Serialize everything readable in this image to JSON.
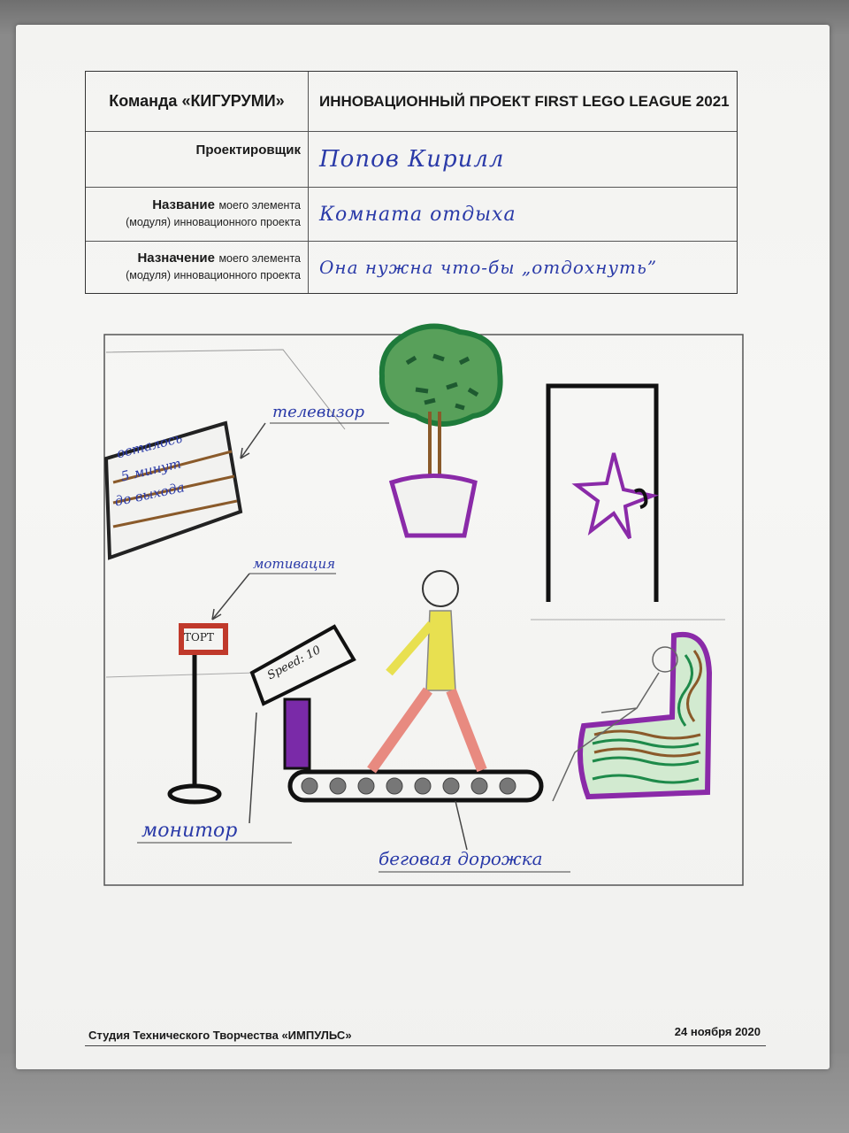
{
  "header": {
    "team": "Команда «КИГУРУМИ»",
    "project": "ИННОВАЦИОННЫЙ ПРОЕКТ FIRST LEGO LEAGUE 2021",
    "designer_label": "Проектировщик",
    "designer_value": "Попов Кирилл",
    "name_label_bold": "Название",
    "name_label_rest": "моего элемента",
    "name_label_line2": "(модуля) инновационного проекта",
    "name_value": "Комната отдыха",
    "purpose_label_bold": "Назначение",
    "purpose_label_rest": "моего элемента",
    "purpose_label_line2": "(модуля) инновационного проекта",
    "purpose_value": "Она нужна что-бы „отдохнуть”"
  },
  "drawing": {
    "tv_label": "телевизор",
    "tv_screen_line1": "осталось",
    "tv_screen_line2": "5 минут",
    "tv_screen_line3": "до выхода",
    "motivation_label": "мотивация",
    "sign_text": "ТОРТ",
    "monitor_label": "монитор",
    "monitor_screen": "Speed: 10",
    "treadmill_label": "беговая дорожка"
  },
  "footer": {
    "studio": "Студия Технического Творчества «ИМПУЛЬС»",
    "date": "24 ноября 2020"
  },
  "colors": {
    "ink": "#2a3aa8",
    "tree_green": "#1e7a3a",
    "purple": "#8a2aa8",
    "brown": "#8a5a2a"
  }
}
